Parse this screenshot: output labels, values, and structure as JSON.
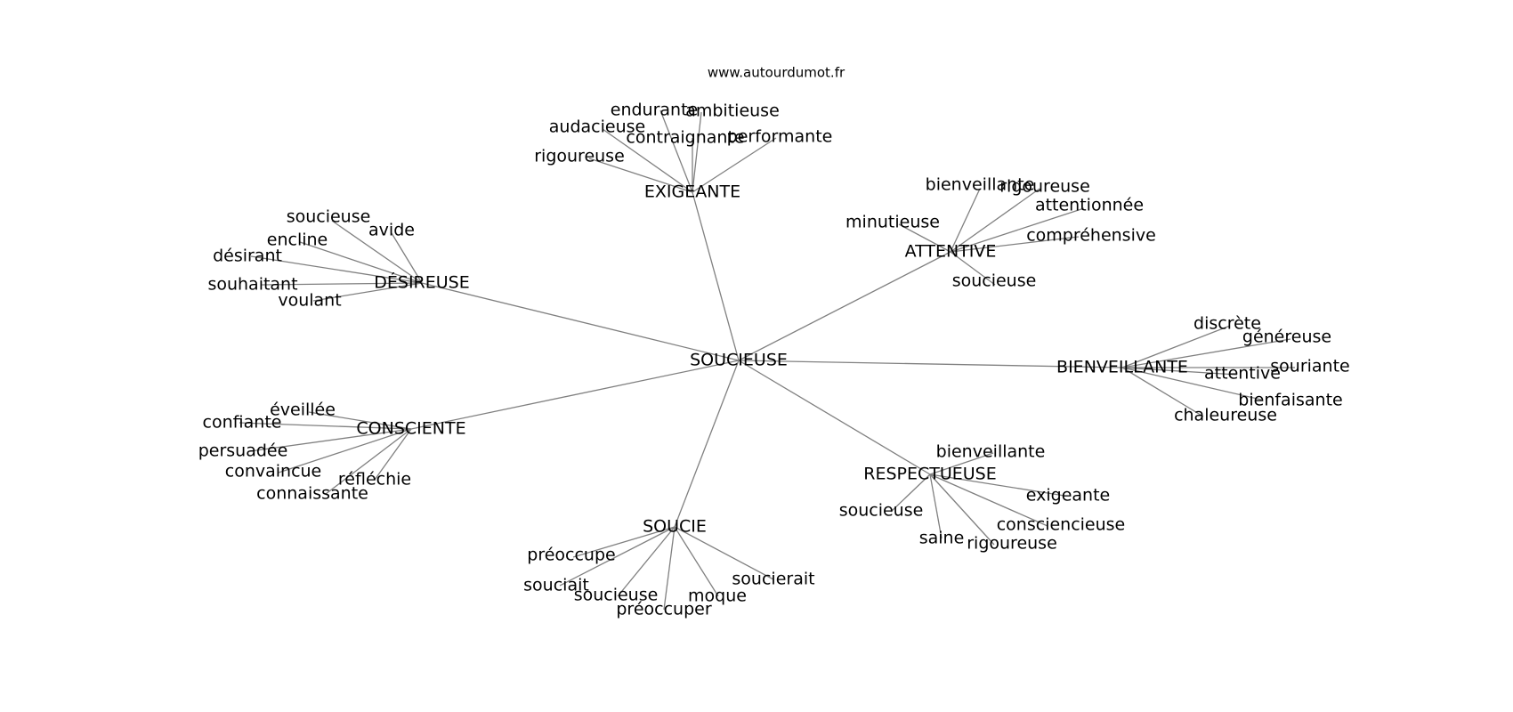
{
  "site": "www.autourdumot.fr",
  "graph": {
    "root": "SOUCIEUSE",
    "groups": [
      {
        "name": "EXIGEANTE",
        "words": [
          "endurante",
          "ambitieuse",
          "audacieuse",
          "contraignante",
          "performante",
          "rigoureuse"
        ]
      },
      {
        "name": "ATTENTIVE",
        "words": [
          "bienveillante",
          "rigoureuse",
          "attentionnée",
          "minutieuse",
          "compréhensive",
          "soucieuse"
        ]
      },
      {
        "name": "DÉSIREUSE",
        "words": [
          "soucieuse",
          "avide",
          "encline",
          "désirant",
          "souhaitant",
          "voulant"
        ]
      },
      {
        "name": "BIENVEILLANTE",
        "words": [
          "discrète",
          "généreuse",
          "souriante",
          "attentive",
          "bienfaisante",
          "chaleureuse"
        ]
      },
      {
        "name": "CONSCIENTE",
        "words": [
          "éveillée",
          "confiante",
          "persuadée",
          "convaincue",
          "réfléchie",
          "connaissante"
        ]
      },
      {
        "name": "RESPECTUEUSE",
        "words": [
          "bienveillante",
          "exigeante",
          "soucieuse",
          "consciencieuse",
          "saine",
          "rigoureuse"
        ]
      },
      {
        "name": "SOUCIE",
        "words": [
          "préoccupe",
          "souciait",
          "soucierait",
          "soucieuse",
          "moque",
          "préoccuper"
        ]
      }
    ]
  }
}
